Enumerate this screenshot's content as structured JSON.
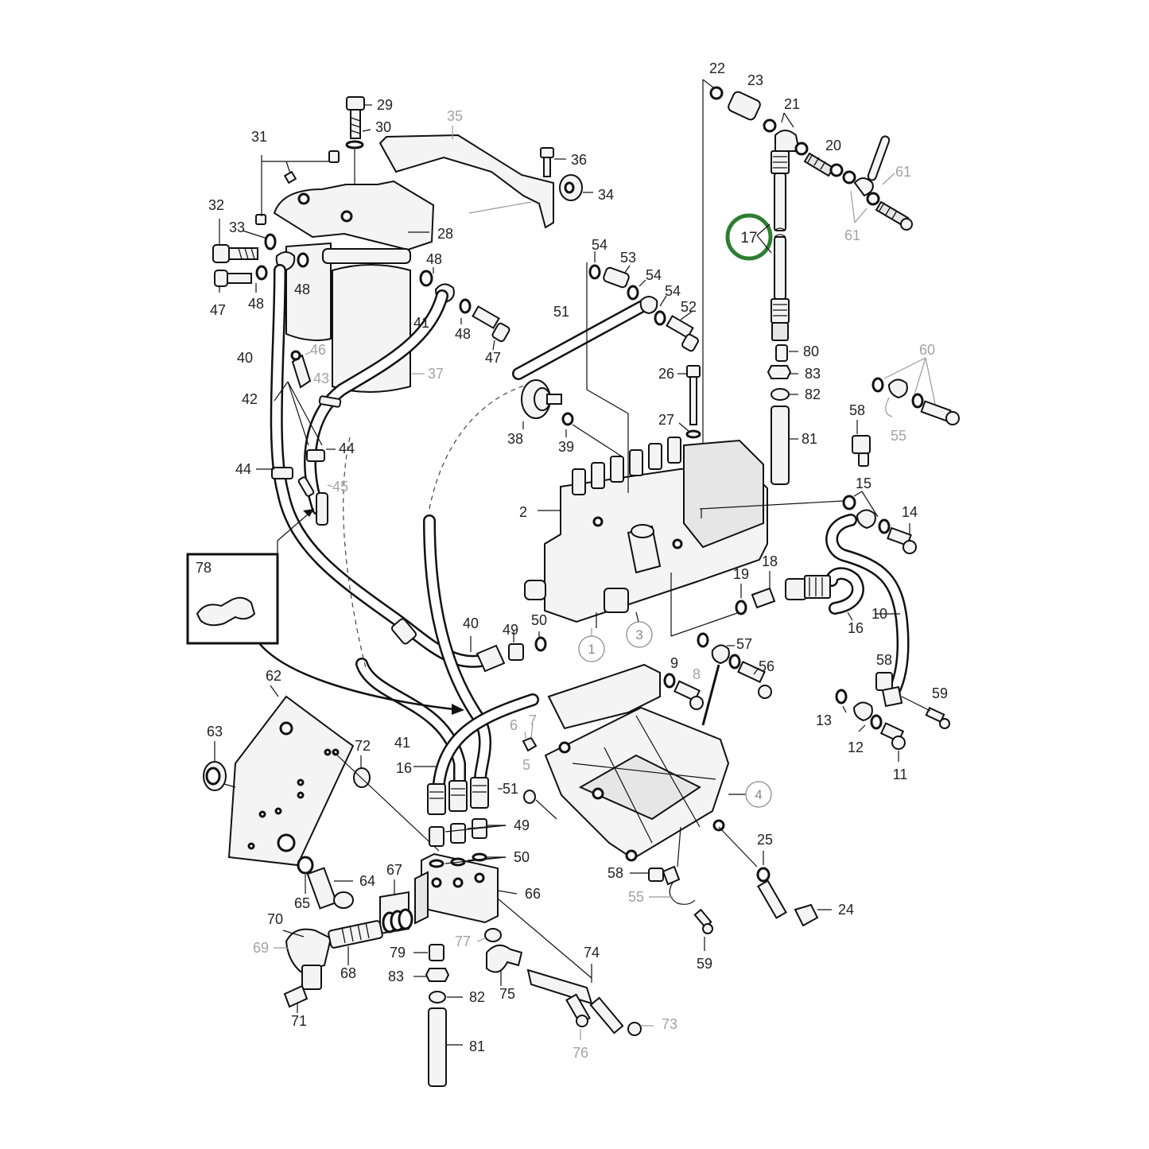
{
  "diagram": {
    "highlighted_callout": "17",
    "callouts": [
      {
        "id": "c22",
        "text": "22",
        "grey": false
      },
      {
        "id": "c23",
        "text": "23",
        "grey": false
      },
      {
        "id": "c21",
        "text": "21",
        "grey": false
      },
      {
        "id": "c20",
        "text": "20",
        "grey": false
      },
      {
        "id": "c61a",
        "text": "61",
        "grey": true
      },
      {
        "id": "c61b",
        "text": "61",
        "grey": true
      },
      {
        "id": "c29",
        "text": "29",
        "grey": false
      },
      {
        "id": "c30",
        "text": "30",
        "grey": false
      },
      {
        "id": "c35",
        "text": "35",
        "grey": true
      },
      {
        "id": "c36",
        "text": "36",
        "grey": false
      },
      {
        "id": "c34",
        "text": "34",
        "grey": false
      },
      {
        "id": "c31",
        "text": "31",
        "grey": false
      },
      {
        "id": "c32",
        "text": "32",
        "grey": false
      },
      {
        "id": "c33",
        "text": "33",
        "grey": false
      },
      {
        "id": "c28",
        "text": "28",
        "grey": false
      },
      {
        "id": "c48a",
        "text": "48",
        "grey": false
      },
      {
        "id": "c48b",
        "text": "48",
        "grey": false
      },
      {
        "id": "c48c",
        "text": "48",
        "grey": false
      },
      {
        "id": "c48d",
        "text": "48",
        "grey": false
      },
      {
        "id": "c47a",
        "text": "47",
        "grey": false
      },
      {
        "id": "c47b",
        "text": "47",
        "grey": false
      },
      {
        "id": "c54a",
        "text": "54",
        "grey": false
      },
      {
        "id": "c53",
        "text": "53",
        "grey": false
      },
      {
        "id": "c54b",
        "text": "54",
        "grey": false
      },
      {
        "id": "c54c",
        "text": "54",
        "grey": false
      },
      {
        "id": "c52",
        "text": "52",
        "grey": false
      },
      {
        "id": "c51a",
        "text": "51",
        "grey": false
      },
      {
        "id": "c41a",
        "text": "41",
        "grey": false
      },
      {
        "id": "c37",
        "text": "37",
        "grey": true
      },
      {
        "id": "c40a",
        "text": "40",
        "grey": false
      },
      {
        "id": "c46",
        "text": "46",
        "grey": true
      },
      {
        "id": "c43",
        "text": "43",
        "grey": true
      },
      {
        "id": "c42",
        "text": "42",
        "grey": false
      },
      {
        "id": "c44a",
        "text": "44",
        "grey": false
      },
      {
        "id": "c44b",
        "text": "44",
        "grey": false
      },
      {
        "id": "c45",
        "text": "45",
        "grey": true
      },
      {
        "id": "c80",
        "text": "80",
        "grey": false
      },
      {
        "id": "c83a",
        "text": "83",
        "grey": false
      },
      {
        "id": "c82a",
        "text": "82",
        "grey": false
      },
      {
        "id": "c81a",
        "text": "81",
        "grey": false
      },
      {
        "id": "c26",
        "text": "26",
        "grey": false
      },
      {
        "id": "c27",
        "text": "27",
        "grey": false
      },
      {
        "id": "c38",
        "text": "38",
        "grey": false
      },
      {
        "id": "c39",
        "text": "39",
        "grey": false
      },
      {
        "id": "c60",
        "text": "60",
        "grey": true
      },
      {
        "id": "c58a",
        "text": "58",
        "grey": false
      },
      {
        "id": "c55a",
        "text": "55",
        "grey": true
      },
      {
        "id": "c15",
        "text": "15",
        "grey": false
      },
      {
        "id": "c14",
        "text": "14",
        "grey": false
      },
      {
        "id": "c2",
        "text": "2",
        "grey": false
      },
      {
        "id": "c19",
        "text": "19",
        "grey": false
      },
      {
        "id": "c18",
        "text": "18",
        "grey": false
      },
      {
        "id": "c10",
        "text": "10",
        "grey": false
      },
      {
        "id": "c16a",
        "text": "16",
        "grey": false
      },
      {
        "id": "c78",
        "text": "78",
        "grey": false
      },
      {
        "id": "c40b",
        "text": "40",
        "grey": false
      },
      {
        "id": "c49a",
        "text": "49",
        "grey": false
      },
      {
        "id": "c50a",
        "text": "50",
        "grey": false
      },
      {
        "id": "c57",
        "text": "57",
        "grey": false
      },
      {
        "id": "c56",
        "text": "56",
        "grey": false
      },
      {
        "id": "c9",
        "text": "9",
        "grey": false
      },
      {
        "id": "c8",
        "text": "8",
        "grey": true
      },
      {
        "id": "c58b",
        "text": "58",
        "grey": false
      },
      {
        "id": "c59a",
        "text": "59",
        "grey": false
      },
      {
        "id": "c13",
        "text": "13",
        "grey": false
      },
      {
        "id": "c12",
        "text": "12",
        "grey": false
      },
      {
        "id": "c11",
        "text": "11",
        "grey": false
      },
      {
        "id": "c62",
        "text": "62",
        "grey": false
      },
      {
        "id": "c63",
        "text": "63",
        "grey": false
      },
      {
        "id": "c72",
        "text": "72",
        "grey": false
      },
      {
        "id": "c41b",
        "text": "41",
        "grey": false
      },
      {
        "id": "c16b",
        "text": "16",
        "grey": false
      },
      {
        "id": "c6",
        "text": "6",
        "grey": true
      },
      {
        "id": "c7",
        "text": "7",
        "grey": true
      },
      {
        "id": "c5",
        "text": "5",
        "grey": true
      },
      {
        "id": "c51b",
        "text": "51",
        "grey": false
      },
      {
        "id": "c49b",
        "text": "49",
        "grey": false
      },
      {
        "id": "c50b",
        "text": "50",
        "grey": false
      },
      {
        "id": "c25",
        "text": "25",
        "grey": false
      },
      {
        "id": "c24",
        "text": "24",
        "grey": false
      },
      {
        "id": "c58c",
        "text": "58",
        "grey": false
      },
      {
        "id": "c55b",
        "text": "55",
        "grey": true
      },
      {
        "id": "c59b",
        "text": "59",
        "grey": false
      },
      {
        "id": "c64",
        "text": "64",
        "grey": false
      },
      {
        "id": "c65",
        "text": "65",
        "grey": false
      },
      {
        "id": "c67",
        "text": "67",
        "grey": false
      },
      {
        "id": "c66",
        "text": "66",
        "grey": false
      },
      {
        "id": "c70",
        "text": "70",
        "grey": false
      },
      {
        "id": "c69",
        "text": "69",
        "grey": true
      },
      {
        "id": "c68",
        "text": "68",
        "grey": false
      },
      {
        "id": "c71",
        "text": "71",
        "grey": false
      },
      {
        "id": "c77",
        "text": "77",
        "grey": true
      },
      {
        "id": "c79",
        "text": "79",
        "grey": false
      },
      {
        "id": "c83b",
        "text": "83",
        "grey": false
      },
      {
        "id": "c82b",
        "text": "82",
        "grey": false
      },
      {
        "id": "c81b",
        "text": "81",
        "grey": false
      },
      {
        "id": "c74",
        "text": "74",
        "grey": false
      },
      {
        "id": "c75",
        "text": "75",
        "grey": false
      },
      {
        "id": "c76",
        "text": "76",
        "grey": true
      },
      {
        "id": "c73",
        "text": "73",
        "grey": true
      }
    ],
    "circled_callouts": [
      {
        "id": "k1",
        "text": "1"
      },
      {
        "id": "k3",
        "text": "3"
      },
      {
        "id": "k4",
        "text": "4"
      }
    ]
  }
}
